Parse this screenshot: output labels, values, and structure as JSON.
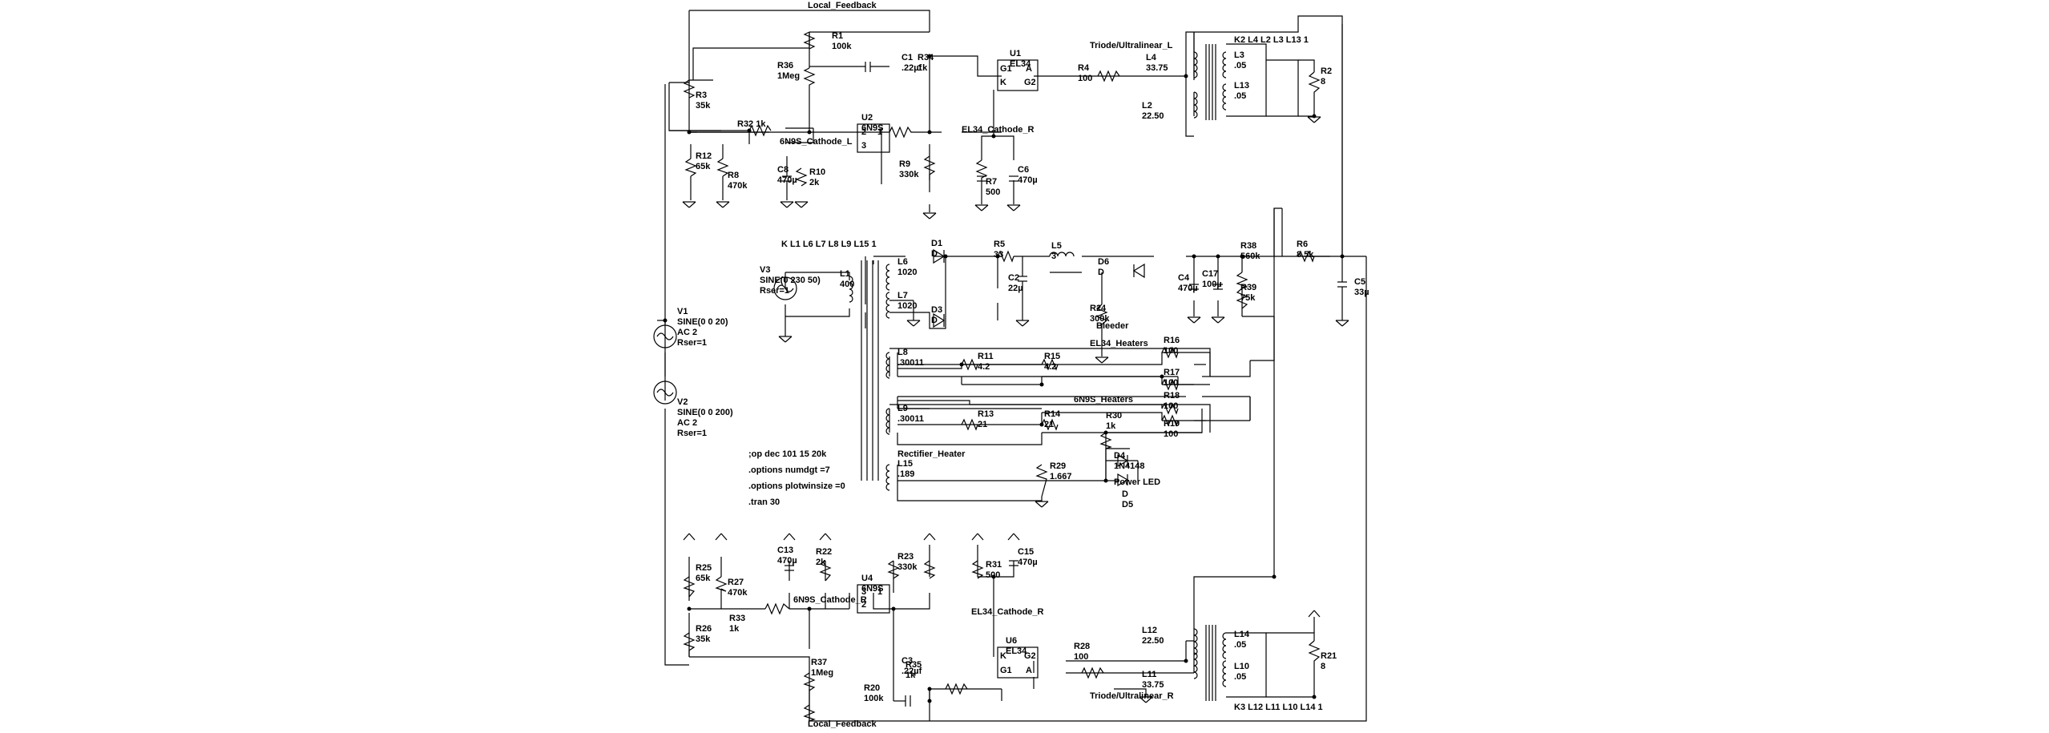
{
  "colors": {
    "background": "#ffffff",
    "wire": "#000000"
  },
  "labels": [
    {
      "id": "local-feedback-top",
      "text": "Local_Feedback"
    },
    {
      "id": "local-feedback-bottom",
      "text": "Local_Feedback"
    },
    {
      "id": "triode-l",
      "text": "Triode/Ultralinear_L"
    },
    {
      "id": "triode-r",
      "text": "Triode/Ultralinear_R"
    },
    {
      "id": "el34-cathode-r-top",
      "text": "EL34_Cathode_R"
    },
    {
      "id": "el34-cathode-r-bottom",
      "text": "EL34_Cathode_R"
    },
    {
      "id": "6n9s-cathode-top",
      "text": "6N9S_Cathode_L"
    },
    {
      "id": "6n9s-cathode-bottom",
      "text": "6N9S_Cathode_R"
    },
    {
      "id": "el34-heaters",
      "text": "EL34_Heaters"
    },
    {
      "id": "6n9s-heaters",
      "text": "6N9S_Heaters"
    },
    {
      "id": "rectifier-heater",
      "text": "Rectifier_Heater"
    },
    {
      "id": "k-top",
      "text": "K2 L4 L2 L3 L13 1"
    },
    {
      "id": "k-bottom",
      "text": "K3 L12 L11 L10 L14 1"
    },
    {
      "id": "k-mid",
      "text": "K L1 L6 L7 L8 L9 L15 1"
    }
  ],
  "components": [
    {
      "id": "R1",
      "name": "R1",
      "value": "100k"
    },
    {
      "id": "R2",
      "name": "R2",
      "value": "8"
    },
    {
      "id": "R3",
      "name": "R3",
      "value": "35k"
    },
    {
      "id": "R4",
      "name": "R4",
      "value": "100"
    },
    {
      "id": "R5",
      "name": "R5",
      "value": "33"
    },
    {
      "id": "R6",
      "name": "R6",
      "value": "8.5k"
    },
    {
      "id": "R7",
      "name": "R7",
      "value": "500"
    },
    {
      "id": "R8",
      "name": "R8",
      "value": "470k"
    },
    {
      "id": "R9",
      "name": "R9",
      "value": "330k"
    },
    {
      "id": "R10",
      "name": "R10",
      "value": "2k"
    },
    {
      "id": "R11",
      "name": "R11",
      "value": "4.2"
    },
    {
      "id": "R12",
      "name": "R12",
      "value": "65k"
    },
    {
      "id": "R13",
      "name": "R13",
      "value": "21"
    },
    {
      "id": "R14",
      "name": "R14",
      "value": "21"
    },
    {
      "id": "R15",
      "name": "R15",
      "value": "4.2"
    },
    {
      "id": "R16",
      "name": "R16",
      "value": "100"
    },
    {
      "id": "R17",
      "name": "R17",
      "value": "100"
    },
    {
      "id": "R18",
      "name": "R18",
      "value": "100"
    },
    {
      "id": "R19",
      "name": "R19",
      "value": "100"
    },
    {
      "id": "R20",
      "name": "R20",
      "value": "100k"
    },
    {
      "id": "R21",
      "name": "R21",
      "value": "8"
    },
    {
      "id": "R22",
      "name": "R22",
      "value": "2k"
    },
    {
      "id": "R23",
      "name": "R23",
      "value": "330k"
    },
    {
      "id": "R24",
      "name": "R24",
      "value": "300k"
    },
    {
      "id": "R25",
      "name": "R25",
      "value": "65k"
    },
    {
      "id": "R26",
      "name": "R26",
      "value": "35k"
    },
    {
      "id": "R27",
      "name": "R27",
      "value": "470k"
    },
    {
      "id": "R28",
      "name": "R28",
      "value": "100"
    },
    {
      "id": "R29",
      "name": "R29",
      "value": "1.667"
    },
    {
      "id": "R30",
      "name": "R30",
      "value": "1k"
    },
    {
      "id": "R31",
      "name": "R31",
      "value": "500"
    },
    {
      "id": "R32",
      "name": "R32 1k",
      "value": ""
    },
    {
      "id": "R33",
      "name": "R33",
      "value": "1k"
    },
    {
      "id": "R34",
      "name": "R34",
      "value": "1k"
    },
    {
      "id": "R35",
      "name": "R35",
      "value": "1k"
    },
    {
      "id": "R36",
      "name": "R36",
      "value": "1Meg"
    },
    {
      "id": "R37",
      "name": "R37",
      "value": "1Meg"
    },
    {
      "id": "R38",
      "name": "R38",
      "value": "560k"
    },
    {
      "id": "R39",
      "name": "R39",
      "value": "75k"
    },
    {
      "id": "C1",
      "name": "C1",
      "value": ".22µf"
    },
    {
      "id": "C2",
      "name": "C2",
      "value": "22µ"
    },
    {
      "id": "C3",
      "name": "C3",
      "value": ".22µf"
    },
    {
      "id": "C4",
      "name": "C4",
      "value": "470µ"
    },
    {
      "id": "C5",
      "name": "C5",
      "value": "33µ"
    },
    {
      "id": "C6",
      "name": "C6",
      "value": "470µ"
    },
    {
      "id": "C8",
      "name": "C8",
      "value": "470µ"
    },
    {
      "id": "C13",
      "name": "C13",
      "value": "470µ"
    },
    {
      "id": "C15",
      "name": "C15",
      "value": "470µ"
    },
    {
      "id": "C17",
      "name": "C17",
      "value": "100µ"
    },
    {
      "id": "L1",
      "name": "L1",
      "value": "400"
    },
    {
      "id": "L2",
      "name": "L2",
      "value": "22.50"
    },
    {
      "id": "L3",
      "name": "L3",
      "value": ".05"
    },
    {
      "id": "L4",
      "name": "L4",
      "value": "33.75"
    },
    {
      "id": "L5",
      "name": "L5",
      "value": "3"
    },
    {
      "id": "L6",
      "name": "L6",
      "value": "1020"
    },
    {
      "id": "L7",
      "name": "L7",
      "value": "1020"
    },
    {
      "id": "L8",
      "name": "L8",
      "value": ".30011"
    },
    {
      "id": "L9",
      "name": "L9",
      "value": ".30011"
    },
    {
      "id": "L10",
      "name": "L10",
      "value": ".05"
    },
    {
      "id": "L11",
      "name": "L11",
      "value": "33.75"
    },
    {
      "id": "L12",
      "name": "L12",
      "value": "22.50"
    },
    {
      "id": "L13",
      "name": "L13",
      "value": ".05"
    },
    {
      "id": "L14",
      "name": "L14",
      "value": ".05"
    },
    {
      "id": "L15",
      "name": "L15",
      "value": ".189"
    },
    {
      "id": "D1",
      "name": "D1",
      "value": "D"
    },
    {
      "id": "D3",
      "name": "D3",
      "value": "D"
    },
    {
      "id": "D4",
      "name": "D4",
      "value": "1N4148"
    },
    {
      "id": "D5",
      "name": "D",
      "value": "D5"
    },
    {
      "id": "D6",
      "name": "D6",
      "value": "D"
    },
    {
      "id": "U1",
      "name": "U1",
      "value": "EL34"
    },
    {
      "id": "U2",
      "name": "U2",
      "value": "6N9S"
    },
    {
      "id": "U4",
      "name": "U4",
      "value": "6N9S"
    },
    {
      "id": "U6",
      "name": "U6",
      "value": "EL34"
    },
    {
      "id": "V1",
      "name": "V1",
      "value": "SINE(0 0 20)",
      "extra": [
        "AC 2",
        "Rser=1"
      ]
    },
    {
      "id": "V2",
      "name": "V2",
      "value": "SINE(0 0 200)",
      "extra": [
        "AC 2",
        "Rser=1"
      ]
    },
    {
      "id": "V3",
      "name": "V3",
      "value": "SINE(0 230 50)",
      "extra": [
        "Rser=1"
      ]
    }
  ],
  "extra_text": {
    "bleeder": "Bleeder",
    "power_led": "Power LED"
  },
  "pins": {
    "g1": "G1",
    "g2": "G2",
    "a": "A",
    "k": "K",
    "p1": "1",
    "p2": "2",
    "p3": "3"
  },
  "directives": [
    ";op dec 101 15 20k",
    ".options numdgt =7",
    ".options plotwinsize =0",
    ".tran 30"
  ]
}
